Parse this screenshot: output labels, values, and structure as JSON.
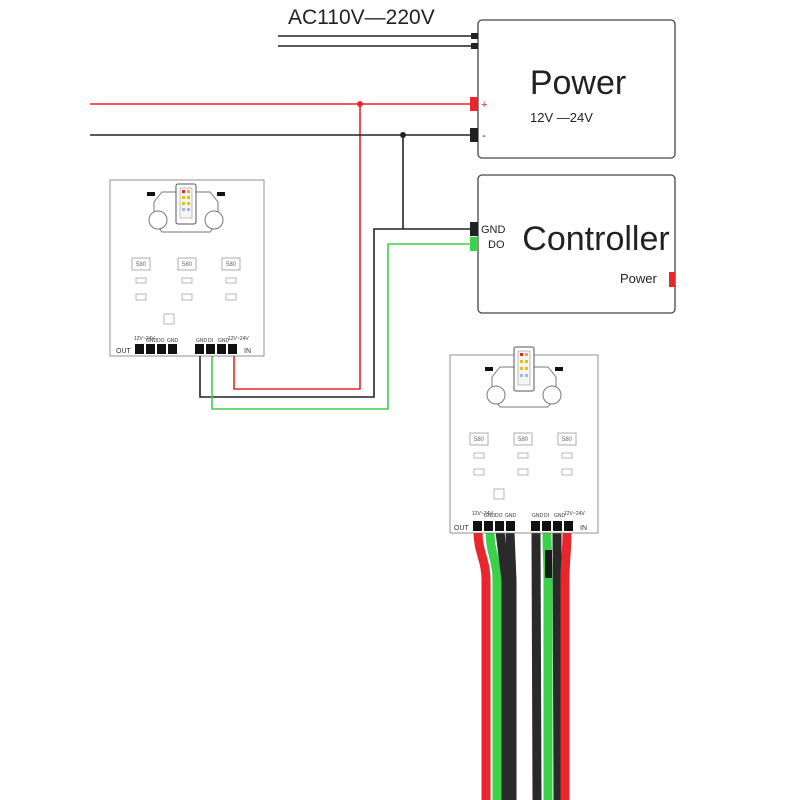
{
  "mains": {
    "label": "AC110V—220V"
  },
  "power_box": {
    "title": "Power",
    "subtitle": "12V —24V",
    "plus": "+",
    "minus": "-"
  },
  "controller_box": {
    "title": "Controller",
    "gnd": "GND",
    "do": "DO",
    "power": "Power"
  },
  "board": {
    "out": "OUT",
    "in": "IN",
    "chip": "580",
    "pins_out": [
      "12V~24V",
      "GND",
      "DO",
      "GND"
    ],
    "pins_in": [
      "GND",
      "DI",
      "GND",
      "12V~24V"
    ]
  },
  "colors": {
    "red_wire": "#e8262b",
    "black_wire": "#222222",
    "green_wire": "#3bd14a"
  }
}
